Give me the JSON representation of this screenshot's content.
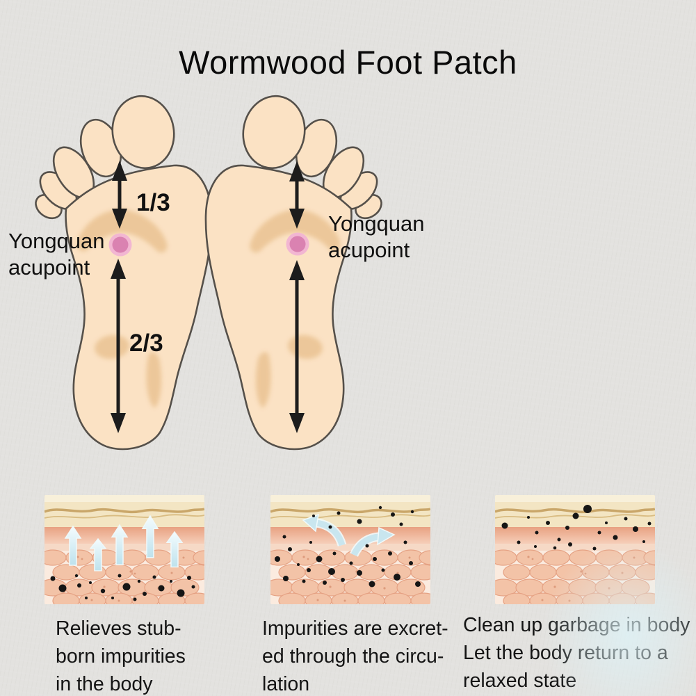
{
  "title": "Wormwood Foot Patch",
  "feet": {
    "left": {
      "upper_fraction": "1/3",
      "lower_fraction": "2/3",
      "label": "Yongquan\nacupoint"
    },
    "right": {
      "label": "Yongquan\nacupoint"
    }
  },
  "panels": [
    {
      "caption": "Relieves stub-\nborn impurities\nin the body"
    },
    {
      "caption": "Impurities are excret-\ned through the circu-\nlation"
    },
    {
      "caption": "Clean up garbage in body\nLet the body return to a\nrelaxed state"
    }
  ],
  "colors": {
    "background": "#e3e2df",
    "foot_skin": "#fbe2c4",
    "foot_outline": "#55504a",
    "sole_patch": "#eac393",
    "acupoint_outer": "#f2b6d2",
    "acupoint_inner": "#da82b1",
    "measure_arrow": "#1c1c1c",
    "detox_arrow": "#c9e6ef",
    "impurity_dot": "#151515",
    "title_text": "#0a0a0a"
  }
}
